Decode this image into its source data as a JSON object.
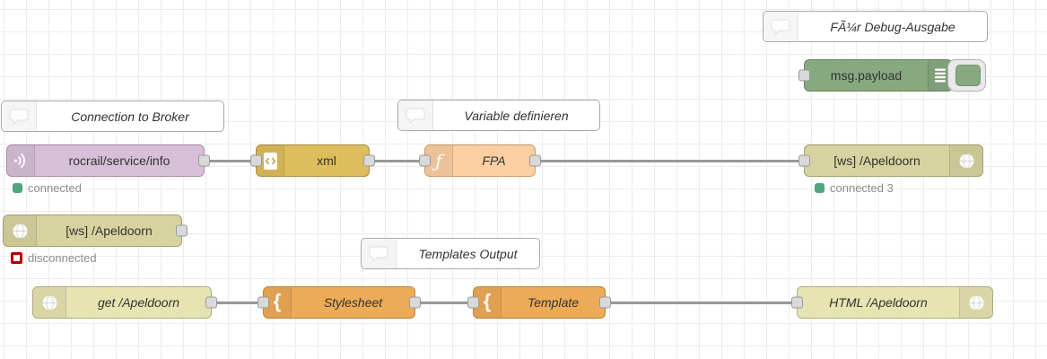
{
  "app": "node-red-flow-editor",
  "comments": {
    "debug_output": {
      "label": "FÃ¼r Debug-Ausgabe"
    },
    "broker": {
      "label": "Connection to Broker"
    },
    "variable": {
      "label": "Variable definieren"
    },
    "templates_out": {
      "label": "Templates Output"
    }
  },
  "nodes": {
    "mqtt_in": {
      "type": "mqtt in",
      "label": "rocrail/service/info",
      "status": "connected"
    },
    "xml": {
      "type": "xml parser",
      "label": "xml"
    },
    "function_fpa": {
      "type": "function",
      "label": "FPA"
    },
    "websocket_out": {
      "type": "websocket out",
      "label": "[ws] /Apeldoorn",
      "status": "connected 3"
    },
    "debug": {
      "type": "debug",
      "label": "msg.payload"
    },
    "websocket_in": {
      "type": "websocket in",
      "label": "[ws] /Apeldoorn",
      "status": "disconnected"
    },
    "http_in": {
      "type": "http in",
      "label": "get /Apeldoorn"
    },
    "tpl_stylesheet": {
      "type": "template",
      "label": "Stylesheet"
    },
    "tpl_template": {
      "type": "template",
      "label": "Template"
    },
    "http_response": {
      "type": "http response",
      "label": "HTML /Apeldoorn"
    }
  },
  "icons": {
    "comment": "speech-bubble-icon",
    "mqtt_in": "radio-waves-icon",
    "xml": "code-document-icon",
    "function": "function-f-icon",
    "websocket": "globe-icon",
    "http": "globe-icon",
    "debug": "list-lines-icon",
    "template": "curly-brace-icon"
  },
  "palette": {
    "mqtt": "#D8BFD8",
    "parser": "#DEBD5C",
    "function": "#FBCFA2",
    "websocket": "#D7D3A0",
    "http": "#E6E4B1",
    "debug": "#87A980",
    "template": "#EDAB58",
    "status_green": "#4FA57F",
    "status_red": "#B30000",
    "wire": "#999999",
    "grid_line": "#ECECEC"
  }
}
